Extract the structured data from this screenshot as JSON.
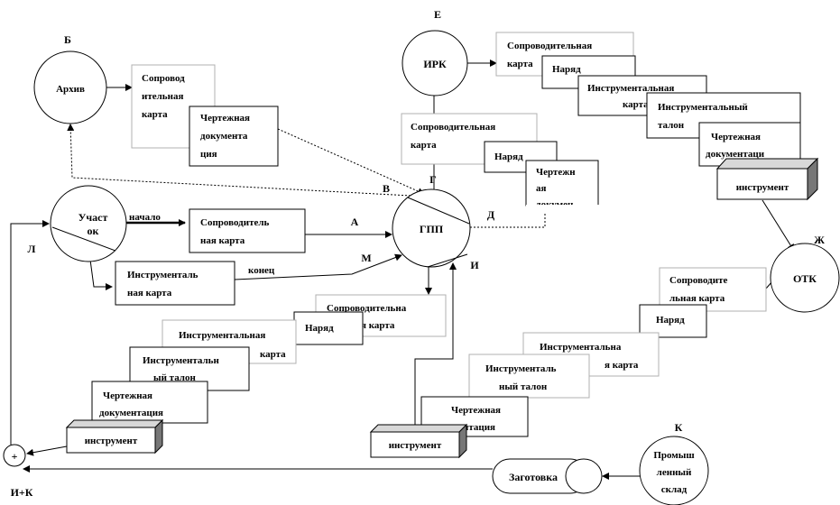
{
  "letters": {
    "b": "Б",
    "e": "Е",
    "g": "Г",
    "v": "В",
    "d": "Д",
    "a": "А",
    "m": "М",
    "i": "И",
    "l": "Л",
    "zh": "Ж",
    "k": "К",
    "ik": "И+К"
  },
  "nodes": {
    "archive": "Архив",
    "irk": "ИРК",
    "gpp": "ГПП",
    "section": [
      "Участ",
      "ок"
    ],
    "otk": "ОТК",
    "warehouse": [
      "Промыш",
      "ленный",
      "склад"
    ],
    "blank": "Заготовка",
    "plus": "+"
  },
  "edge_labels": {
    "start": "начало",
    "end": "конец"
  },
  "docs": {
    "b_soprov": [
      "Сопровод",
      "ительная",
      "карта"
    ],
    "b_cherteg": [
      "Чертежная",
      "документа",
      "ция"
    ],
    "e_soprov": [
      "Сопроводительная",
      "карта"
    ],
    "e_naryad": "Наряд",
    "e_instr_karta": [
      "Инструментальная",
      "карта"
    ],
    "e_instr_talon": [
      "Инструментальный",
      "талон"
    ],
    "e_cherteg": [
      "Чертежная",
      "документаци"
    ],
    "e_instrument": "инструмент",
    "g_soprov": [
      "Сопроводительная",
      "карта"
    ],
    "g_naryad": "Наряд",
    "g_cherteg": [
      "Чертежн",
      "ая",
      "докумен"
    ],
    "a_soprov": [
      "Сопроводитель",
      "ная карта"
    ],
    "m_instr": [
      "Инструменталь",
      "ная карта"
    ],
    "l_soprov": [
      "Сопроводительна",
      "я карта"
    ],
    "l_naryad": "Наряд",
    "l_instr_karta": [
      "Инструментальная",
      "карта"
    ],
    "l_instr_talon": [
      "Инструментальн",
      "ый  талон"
    ],
    "l_cherteg": [
      "Чертежная",
      "документация"
    ],
    "l_instrument": "инструмент",
    "zh_soprov": [
      "Сопроводите",
      "льная карта"
    ],
    "zh_naryad": "Наряд",
    "zh_instr_karta": [
      "Инструментальна",
      "я карта"
    ],
    "zh_instr_talon": [
      "Инструменталь",
      "ный  талон"
    ],
    "zh_cherteg": [
      "Чертежная",
      "документация"
    ],
    "zh_instrument": "инструмент"
  }
}
